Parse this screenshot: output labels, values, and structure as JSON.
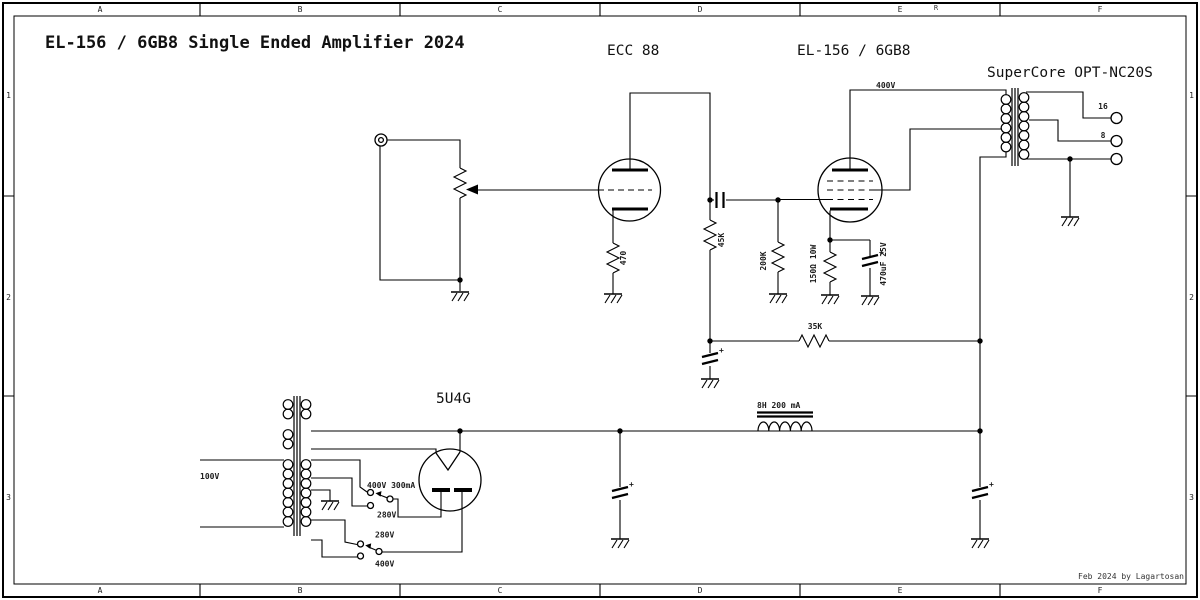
{
  "title": "EL-156 / 6GB8  Single Ended Amplifier 2024",
  "credit": "Feb 2024 by Lagartosan",
  "frame": {
    "cols": [
      "A",
      "B",
      "C",
      "D",
      "E",
      "F"
    ],
    "rows": [
      "1",
      "2",
      "3"
    ],
    "rev": "R"
  },
  "tubes": {
    "driver": "ECC 88",
    "power": "EL-156 / 6GB8",
    "rectifier": "5U4G"
  },
  "output_transformer": {
    "name": "SuperCore OPT-NC20S",
    "plate_voltage": "400V",
    "tap_16": "16",
    "tap_8": "8"
  },
  "components": {
    "ecc88_cathode_resistor": "470",
    "ecc88_plate_resistor": "45K",
    "el156_grid_resistor": "200K",
    "el156_cathode_resistor": "150Ω 10W",
    "el156_cathode_cap": "470uF 25V",
    "decoupling_resistor": "35K",
    "choke": "8H 200 mA",
    "plus": "+"
  },
  "power_supply": {
    "primary": "100V",
    "tap_400_300": "400V 300mA",
    "tap_280_a": "280V",
    "tap_280_b": "280V",
    "tap_400": "400V"
  }
}
